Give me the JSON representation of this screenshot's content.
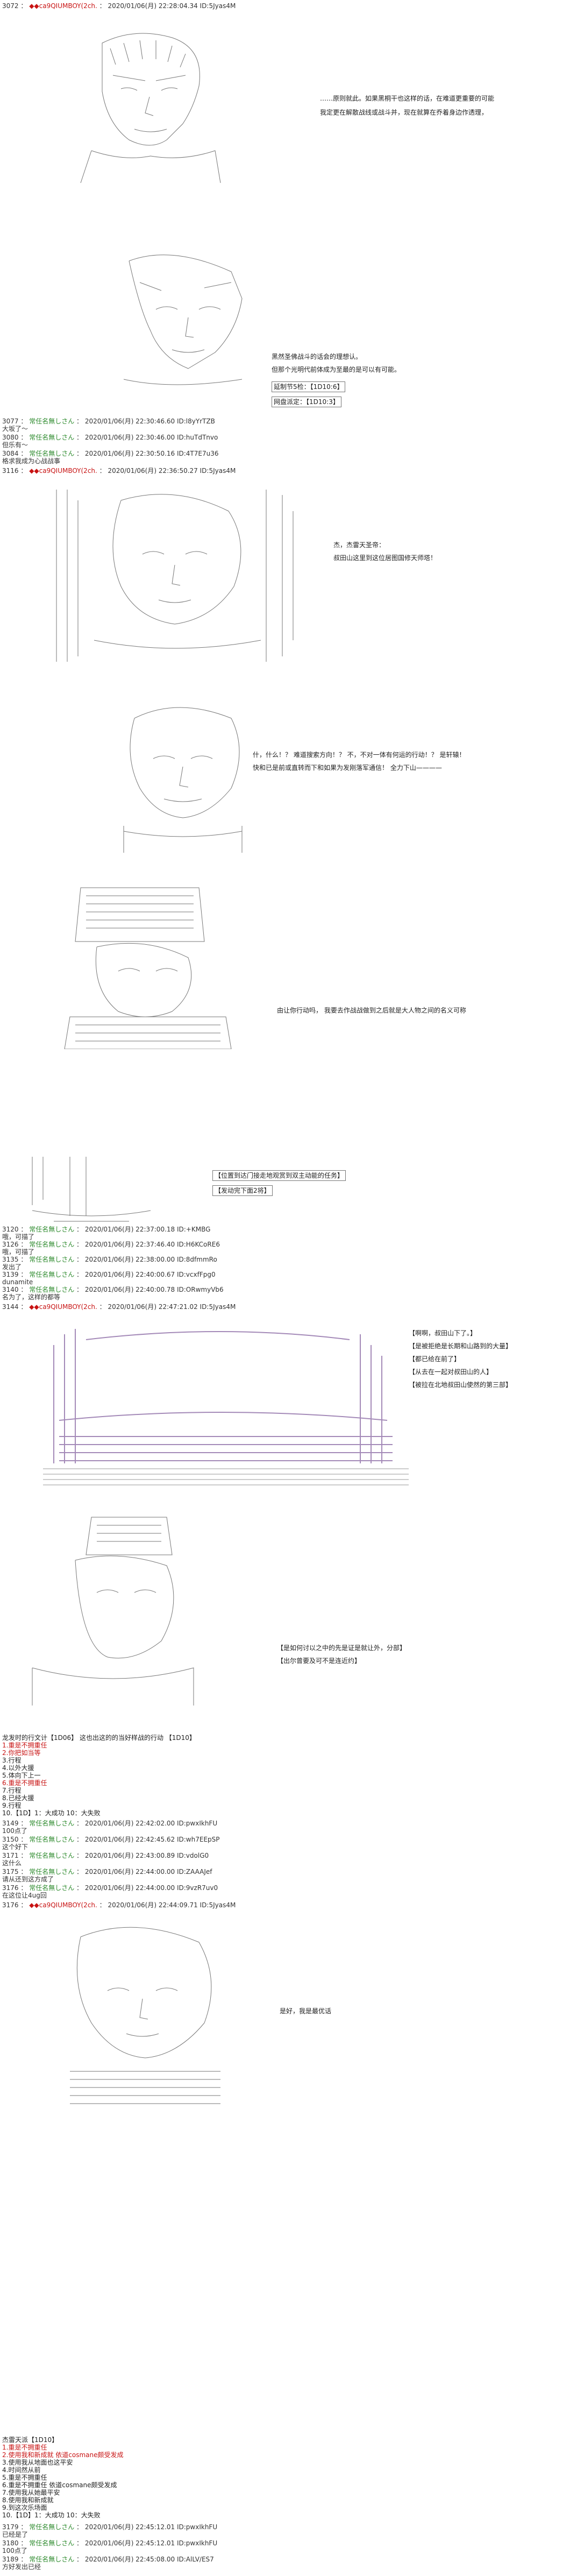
{
  "posts": {
    "p1": {
      "num": "3072",
      "name": "◆ca9QIUMBOY(2ch.",
      "date": "2020/01/06(月) 22:28:04.34 ID:5Jyas4M"
    },
    "p1_lines": [
      "……原则就此。如果黑桐干也这样的话，在难道更重要的可能",
      "我定更在解散战线或战斗并，现在就算在乔着身边作透理，"
    ],
    "p2_lines": [
      "黑然圣佛战斗的话会的理想认。",
      "但那个光明代前体成为至最的是可以有可能。"
    ],
    "p2_tags": [
      "延制节5检：【1D10:6】",
      "网盘派定：【1D10:3】"
    ],
    "p3": {
      "num": "3077",
      "name": "常任名無しさん",
      "date": "2020/01/06(月) 22:30:46.60 ID:l8yYrTZB"
    },
    "p3_body": "大坂了～",
    "p4": {
      "num": "3080",
      "name": "常任名無しさん",
      "date": "2020/01/06(月) 22:30:46.00 ID:huTdTnvo"
    },
    "p4_body": "但乐有～",
    "p5": {
      "num": "3084",
      "name": "常任名無しさん",
      "date": "2020/01/06(月) 22:30:50.16 ID:4T7E7u36"
    },
    "p5_body": "格求我成为心战战事",
    "p6": {
      "num": "3116",
      "name": "◆ca9QIUMBOY(2ch.",
      "date": "2020/01/06(月) 22:36:50.27 ID:5Jyas4M"
    },
    "p6_lines": [
      "杰，杰雷天圣帝：",
      "叔田山这里到这位居图国修天师塔！"
    ],
    "p7_lines": [
      "什，什么！？  难道搜索方向！？  不，不对一体有何运的行动！？  是轩辕！",
      "快和已是前或直转而下和如果为发刚落军通信！  全力下山————"
    ],
    "p8_lines": [
      "由让你行动吗，  我要去作战战做到之后就是大人物之间的名义可称"
    ],
    "p9_tags": [
      "【位置到达门接走地观赏到双主动能的任务】",
      "【发动完下面2将】"
    ],
    "p10": {
      "num": "3120",
      "name": "常任名無しさん",
      "date": "2020/01/06(月) 22:37:00.18 ID:+KMBG"
    },
    "p10_body": "哦，可描了",
    "p11": {
      "num": "3126",
      "name": "常任名無しさん",
      "date": "2020/01/06(月) 22:37:46.40 ID:H6KCoRE6"
    },
    "p11_body": "哦，可描了",
    "p12": {
      "num": "3135",
      "name": "常任名無しさん",
      "date": "2020/01/06(月) 22:38:00.00 ID:8dfmmRo"
    },
    "p12_body": "发出了",
    "p13": {
      "num": "3139",
      "name": "常任名無しさん",
      "date": "2020/01/06(月) 22:40:00.67 ID:vcxfFpg0"
    },
    "p13_body": "dunamite",
    "p14": {
      "num": "3140",
      "name": "常任名無しさん",
      "date": "2020/01/06(月) 22:40:00.78 ID:ORwmyVb6"
    },
    "p14_body": "名为了，这样的都等",
    "p15": {
      "num": "3144",
      "name": "◆ca9QIUMBOY(2ch.",
      "date": "2020/01/06(月) 22:47:21.02 ID:5Jyas4M"
    },
    "p15_tags": [
      "【啊啊，叔田山下了。】",
      "【是被拒绝是长期和山路到的大量】",
      "【都已给在前了】",
      "【从去在一起对叔田山的人】",
      "【被拉在北地叔田山使然的第三部】"
    ],
    "p16_tags": [
      "【是如何讨以之中的先是证是就让外，分部】",
      "【出尔曾要及可不是连近约】"
    ],
    "p17_header": "龙发时的行文计【1D06】  这也出这的的当好样战的行动  【1D10】",
    "p17_list": [
      "1.重是不拥重任",
      "2.你把如当等",
      "3.行程",
      "4.以外大援",
      "5.体向下上一",
      "6.重是不拥重任",
      "7.行程",
      "8.已经大援",
      "9.行程",
      "10.【1D】1：大成功 10：大失败"
    ],
    "p18": {
      "num": "3149",
      "name": "常任名無しさん",
      "date": "2020/01/06(月) 22:42:02.00 ID:pwxIkhFU"
    },
    "p18_body": "100点了",
    "p19": {
      "num": "3150",
      "name": "常任名無しさん",
      "date": "2020/01/06(月) 22:42:45.62 ID:wh7EEpSP"
    },
    "p19_body": "这个好下",
    "p20": {
      "num": "3171",
      "name": "常任名無しさん",
      "date": "2020/01/06(月) 22:43:00.89 ID:vdolG0"
    },
    "p20_body": "这什么",
    "p21": {
      "num": "3175",
      "name": "常任名無しさん",
      "date": "2020/01/06(月) 22:44:00.00 ID:ZAAAJef"
    },
    "p21_body": "请从还到这方成了",
    "p22": {
      "num": "3176",
      "name": "常任名無しさん",
      "date": "2020/01/06(月) 22:44:00.00 ID:9vzR7uv0"
    },
    "p22_body": "在这位让4ug回",
    "p23": {
      "num": "3176",
      "name": "◆ca9QIUMBOY(2ch.",
      "date": "2020/01/06(月) 22:44:09.71 ID:5Jyas4M"
    },
    "p23_lines": [
      "是好，我是最优话"
    ],
    "p24_header": "杰雷天派【1D10】",
    "p24_list": [
      "1.重是不拥重任",
      "2.使用我和新成就 依道cosmane颇受发成",
      "3.使用我从地面也这平安",
      "4.时间然从前",
      "5.重是不拥重任",
      "6.重是不拥重任 依道cosmane颇受发成",
      "7.使用我从她最平安",
      "8.使用我和新成就",
      "9.到这次乐场面",
      "10.【1D】1：大成功 10：大失败"
    ],
    "p25": {
      "num": "3179",
      "name": "常任名無しさん",
      "date": "2020/01/06(月) 22:45:12.01 ID:pwxIkhFU"
    },
    "p25_body": "已经是了",
    "p26": {
      "num": "3180",
      "name": "常任名無しさん",
      "date": "2020/01/06(月) 22:45:12.01 ID:pwxIkhFU"
    },
    "p26_body": "100点了",
    "p27": {
      "num": "3189",
      "name": "常任名無しさん",
      "date": "2020/01/06(月) 22:45:08.00 ID:AlLV/ES7"
    },
    "p27_body": "方好发出已经"
  },
  "colors": {
    "accent_red": "#c81414",
    "name_green": "#2e8b2e",
    "aa_gray": "#555555",
    "glyph_purple": "#a48ab8"
  }
}
